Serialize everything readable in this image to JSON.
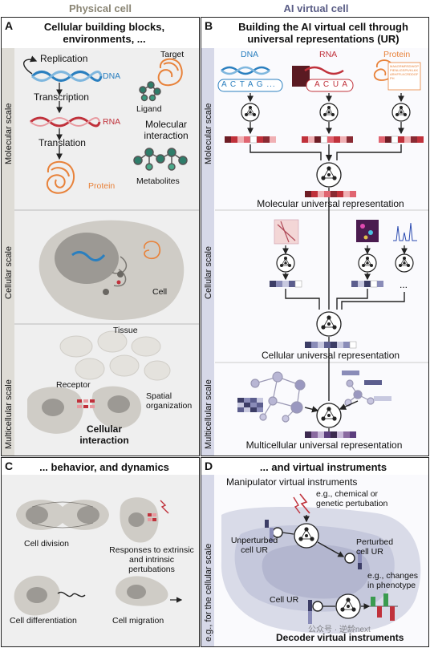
{
  "headers": {
    "left": "Physical cell",
    "right": "AI virtual cell"
  },
  "panel_a": {
    "letter": "A",
    "title": "Cellular building blocks, environments, ...",
    "scales": {
      "molecular": "Molecular scale",
      "cellular": "Cellular scale",
      "multicellular": "Multicellular scale"
    },
    "replication": "Replication",
    "dna": "DNA",
    "transcription": "Transcription",
    "rna": "RNA",
    "translation": "Translation",
    "protein": "Protein",
    "target": "Target",
    "ligand": "Ligand",
    "molecular_interaction": "Molecular interaction",
    "metabolites": "Metabolites",
    "cell": "Cell",
    "tissue": "Tissue",
    "receptor": "Receptor",
    "spatial_organization": "Spatial organization",
    "cellular_interaction": "Cellular interaction"
  },
  "panel_b": {
    "letter": "B",
    "title": "Building the AI virtual cell through universal representations (UR)",
    "dna": "DNA",
    "rna": "RNA",
    "protein": "Protein",
    "dna_seq": "A C T A G ...",
    "rna_seq": "A C U A",
    "protein_seq": "MAAGRMRSDWGPPIENLIGSPIVKLKKARHFFLKCRDDGFPH",
    "molecular_ur": "Molecular universal representation",
    "cellular_ur": "Cellular universal representation",
    "multicellular_ur": "Multicellular universal representation",
    "ellipsis": "..."
  },
  "panel_c": {
    "letter": "C",
    "title": "... behavior, and dynamics",
    "cell_division": "Cell division",
    "responses": "Responses to extrinsic and intrinsic pertubations",
    "cell_differentiation": "Cell differentiation",
    "cell_migration": "Cell migration"
  },
  "panel_d": {
    "letter": "D",
    "title": "... and virtual instruments",
    "manipulator": "Manipulator virtual instruments",
    "eg_chemical": "e.g., chemical or genetic pertubation",
    "unperturbed": "Unperturbed cell UR",
    "perturbed": "Perturbed cell UR",
    "eg_changes": "e.g., changes in phenotype",
    "cell_ur": "Cell UR",
    "decoder": "Decoder virtual instruments",
    "side": "e.g., for the cellular scale"
  },
  "watermark": "公众号 · 逆龄next",
  "colors": {
    "dna": "#2a7fbf",
    "rna": "#c0313b",
    "protein": "#e8823a",
    "panel_bg_left": "#efefef",
    "panel_bg_right": "#dde0ee",
    "cell_fill": "#cfccc6",
    "nucleus": "#9c9994"
  }
}
